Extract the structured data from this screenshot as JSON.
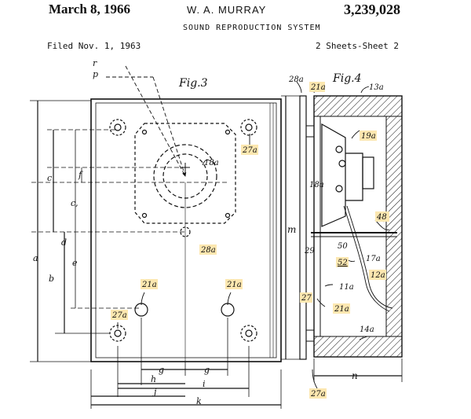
{
  "header": {
    "date": "March 8, 1966",
    "inventor": "W. A. MURRAY",
    "patent_number": "3,239,028",
    "title": "SOUND REPRODUCTION SYSTEM",
    "filed": "Filed Nov. 1, 1963",
    "sheets": "2 Sheets-Sheet 2"
  },
  "figures": {
    "fig3": "Fig.3",
    "fig4": "Fig.4"
  },
  "labels": {
    "r": "r",
    "p": "p",
    "c": "c",
    "f": "f",
    "c1": "c,",
    "d": "d",
    "a": "a",
    "e": "e",
    "b": "b",
    "g1": "g",
    "g2": "g",
    "h": "h",
    "i": "i",
    "j": "j",
    "k": "k",
    "ref18a": "18a",
    "ref28a_fig3": "28a",
    "ref27a_tr": "27a",
    "ref21a_l": "21a",
    "ref21a_r": "21a",
    "ref27a_bl": "27a",
    "ref28a_fig4": "28a",
    "ref21a_top": "21a",
    "ref13a": "13a",
    "ref19a": "19a",
    "ref18a_fig4": "18a",
    "ref48": "48",
    "m": "m",
    "ref50": "50",
    "ref29": "29",
    "ref52": "52",
    "ref17a": "17a",
    "ref11a": "11a",
    "ref12a": "12a",
    "ref27": "27",
    "ref21a_bot": "21a",
    "ref14a": "14a",
    "n": "n",
    "ref27a_bot": "27a"
  },
  "colors": {
    "highlight": "#fce7b0",
    "line": "#111111"
  }
}
